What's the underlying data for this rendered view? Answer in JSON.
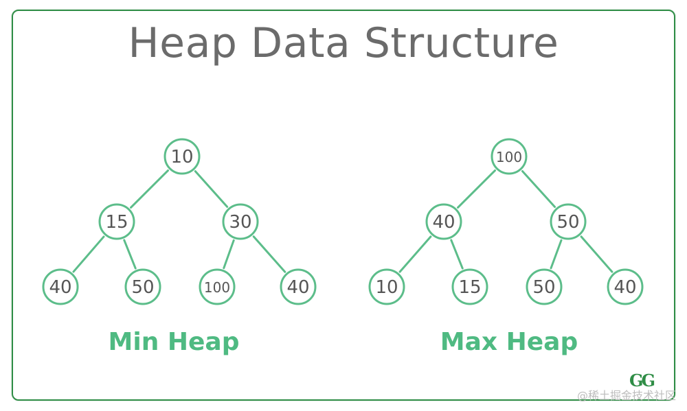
{
  "title": "Heap Data Structure",
  "colors": {
    "border": "#2f8d46",
    "node_stroke": "#5cbd8a",
    "caption": "#4fba82",
    "title": "#6b6b6b",
    "node_text": "#555555"
  },
  "heaps": [
    {
      "caption": "Min Heap",
      "nodes": [
        "10",
        "15",
        "30",
        "40",
        "50",
        "100",
        "40"
      ]
    },
    {
      "caption": "Max Heap",
      "nodes": [
        "100",
        "40",
        "50",
        "10",
        "15",
        "50",
        "40"
      ]
    }
  ],
  "logo": "GG",
  "watermark": "@稀土掘金技术社区"
}
